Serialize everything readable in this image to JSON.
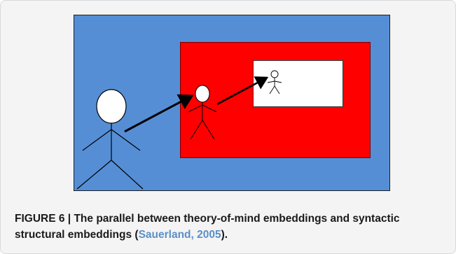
{
  "caption": {
    "label": "FIGURE 6 |",
    "text": "The parallel between theory-of-mind embeddings and syntactic structural embeddings (",
    "citation": "Sauerland, 2005",
    "end": ")."
  },
  "colors": {
    "outer_background": "#558ed5",
    "middle_box": "#ff0000",
    "inner_box": "#ffffff",
    "figures": "#000000",
    "citation_link": "#5b8fc7"
  },
  "icons": [
    "large-stick-figure-icon",
    "medium-stick-figure-icon",
    "small-stick-figure-icon",
    "arrow-icon"
  ]
}
